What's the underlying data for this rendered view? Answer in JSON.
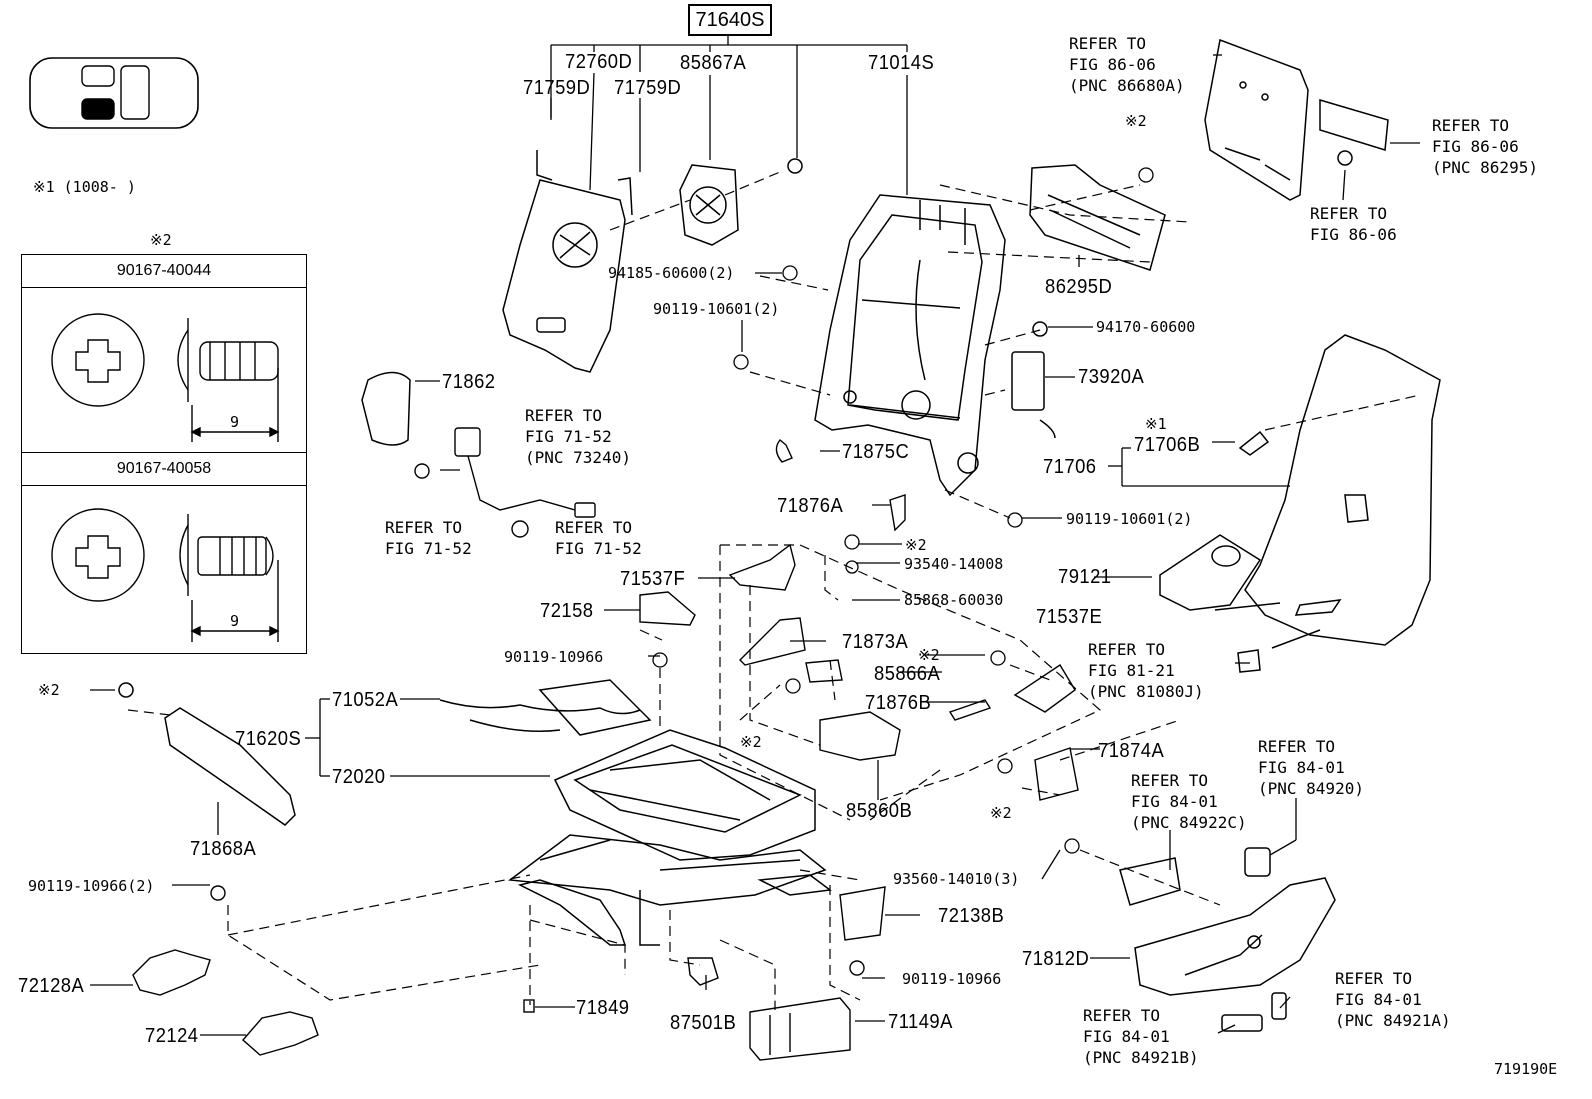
{
  "assembly_box": "71640S",
  "catalog_code": "719190E",
  "note_x1": "※1 (1008-     )",
  "table": {
    "mark": "※2",
    "part1": "90167-40044",
    "part2": "90167-40058",
    "dim1": "9",
    "dim2": "9"
  },
  "labels": {
    "p72760D": "72760D",
    "p85867A": "85867A",
    "p71014S": "71014S",
    "p71759D_l": "71759D",
    "p71759D_r": "71759D",
    "p94185": "94185-60600(2)",
    "p90119_10601a": "90119-10601(2)",
    "p86295D": "86295D",
    "p94170": "94170-60600",
    "p73920A": "73920A",
    "p71862": "71862",
    "p71875C": "71875C",
    "p71706B": "71706B",
    "p71706": "71706",
    "p71876A": "71876A",
    "p90119_10601b": "90119-10601(2)",
    "p93540": "93540-14008",
    "p71537F": "71537F",
    "p85868": "85868-60030",
    "p72158": "72158",
    "p71537E": "71537E",
    "p90119_10966a": "90119-10966",
    "p71873A": "71873A",
    "p85866A": "85866A",
    "p71052A": "71052A",
    "p71620S": "71620S",
    "p71876B": "71876B",
    "p72020": "72020",
    "p71874A": "71874A",
    "p85860B": "85860B",
    "p71868A": "71868A",
    "p90119_10966b": "90119-10966(2)",
    "p93560": "93560-14010(3)",
    "p72138B": "72138B",
    "p71812D": "71812D",
    "p72128A": "72128A",
    "p90119_10966c": "90119-10966",
    "p71849": "71849",
    "p87501B": "87501B",
    "p71149A": "71149A",
    "p72124": "72124",
    "p79121": "79121"
  },
  "marks": {
    "x2_a": "※2",
    "x1_a": "※1",
    "x2_b": "※2",
    "x2_c": "※2",
    "x2_d": "※2",
    "x2_e": "※2",
    "x2_f": "※2"
  },
  "refs": {
    "r1": "REFER TO\nFIG 86-06\n(PNC 86680A)",
    "r2": "REFER TO\nFIG 86-06\n(PNC 86295)",
    "r3": "REFER TO\nFIG 86-06",
    "r4": "REFER TO\nFIG 71-52\n(PNC 73240)",
    "r5": "REFER TO\nFIG 71-52",
    "r6": "REFER TO\nFIG 71-52",
    "r7": "REFER TO\nFIG 81-21\n(PNC 81080J)",
    "r8": "REFER TO\nFIG 84-01\n(PNC 84920)",
    "r9": "REFER TO\nFIG 84-01\n(PNC 84922C)",
    "r10": "REFER TO\nFIG 84-01\n(PNC 84921A)",
    "r11": "REFER TO\nFIG 84-01\n(PNC 84921B)"
  }
}
